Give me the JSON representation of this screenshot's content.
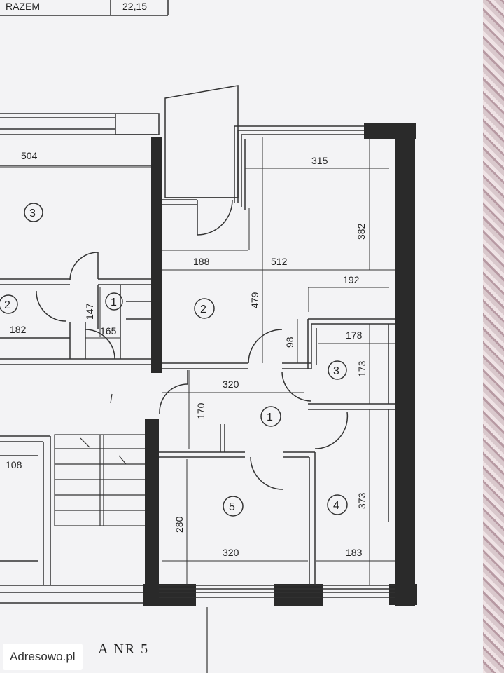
{
  "header_table": {
    "left_label": "RAZEM",
    "value": "22,15"
  },
  "sheet_title": "A NR 5",
  "left_unit": {
    "rooms": [
      "3",
      "2",
      "1"
    ],
    "dims": [
      "504",
      "182",
      "147",
      "165",
      "108"
    ]
  },
  "main_unit": {
    "rooms": [
      "2",
      "1",
      "3",
      "5",
      "4"
    ],
    "dims": [
      "315",
      "382",
      "188",
      "512",
      "479",
      "192",
      "98",
      "178",
      "173",
      "320",
      "170",
      "373",
      "280",
      "320",
      "183"
    ]
  },
  "watermark": "Adresowo.pl",
  "colors": {
    "paper": "#f3f3f5",
    "wall": "#2a2a2a",
    "line": "#333333"
  }
}
